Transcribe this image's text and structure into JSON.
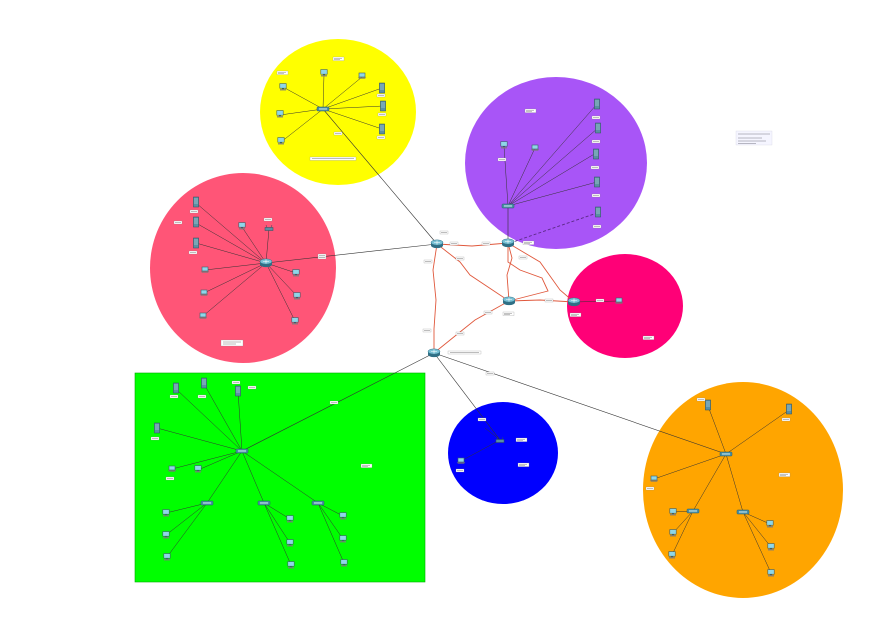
{
  "title": "",
  "legend_note": {
    "line1": "",
    "line2": ""
  },
  "zones": [
    {
      "id": "zone-yellow",
      "color": "#ffff00",
      "shape": "ellipse"
    },
    {
      "id": "zone-purple",
      "color": "#a855f7",
      "shape": "ellipse"
    },
    {
      "id": "zone-red",
      "color": "#ff5577",
      "shape": "ellipse"
    },
    {
      "id": "zone-magenta",
      "color": "#ff0077",
      "shape": "ellipse"
    },
    {
      "id": "zone-green",
      "color": "#00ff00",
      "shape": "rect"
    },
    {
      "id": "zone-blue",
      "color": "#0000ff",
      "shape": "ellipse"
    },
    {
      "id": "zone-orange",
      "color": "#ffa500",
      "shape": "ellipse"
    }
  ],
  "colors": {
    "wan_link": "#e0583c",
    "lan_link": "#333333",
    "serial_dash": "#5b2a86",
    "router_body": "#4a90a4",
    "pc_screen": "#8fd6e8"
  },
  "labels": []
}
